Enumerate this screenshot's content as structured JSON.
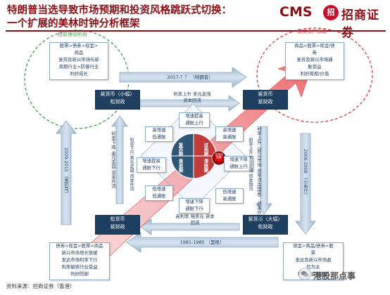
{
  "title": {
    "line1": "特朗普当选导致市场预期和投资风格跳跃式切换：",
    "line2": "一个扩展的美林时钟分析框架"
  },
  "logo": {
    "cms": "CMS",
    "badge": "招",
    "name": "招商证券"
  },
  "dashed_labels": {
    "left": "目前理论阶段",
    "right": "现实资产表现"
  },
  "arrows": {
    "top": "2017-？？   （特朗普）",
    "bottom": "1981-1985   （里根）",
    "left": "2009-2015   （奥巴马）",
    "right": "2006-2008   （小布什）"
  },
  "corner_boxes": {
    "top_left": [
      "股票>债券>现金>",
      "商品",
      "复苏及新兴市场与新",
      "周期行业>防御行业",
      "利好成长"
    ],
    "top_right": [
      "商品>股票>现金/债",
      "券",
      "复苏及新兴市场通",
      "胀受益",
      "利好周期/价值"
    ],
    "bottom_left": [
      "债券>现金>股票>商品",
      "新兴市场增长放缓",
      "发达市场利率下行",
      "利率敏感行业受益",
      "利好防御"
    ],
    "bottom_right": [
      "现金>商品/债券>股",
      "票",
      "发达及新兴市场避",
      "险为主",
      "利好现金和国债"
    ]
  },
  "policy_boxes": {
    "top_left": [
      "紧货币（小幅）",
      "松财政"
    ],
    "top_right": [
      "紧货币",
      "紧财政"
    ],
    "bottom_left": [
      "松货币",
      "紧财政"
    ],
    "bottom_right": [
      "紧货币（大幅）",
      "松财政"
    ]
  },
  "center_labels": {
    "top": [
      "利率上升  美元走强",
      "资本回流"
    ],
    "bottom": [
      "高利率  强美元  资本",
      "回流"
    ],
    "left": [
      "利率下降  美元走弱",
      "资本外流"
    ],
    "right": [
      "利率上升（新兴市场",
      "资本流出国家）",
      "资本外流"
    ]
  },
  "inner_boxes": {
    "top": [
      "增速提高",
      "通胀上行"
    ],
    "upper_left": [
      "高增速",
      "低通胀"
    ],
    "upper_right": [
      "高增速",
      "高通胀"
    ],
    "left": [
      "增速提高",
      "通胀下行"
    ],
    "right": [
      "增速下降",
      "通胀上行"
    ],
    "lower_left": [
      "低增速",
      "低通胀"
    ],
    "lower_right": [
      "低增速",
      "高通胀"
    ],
    "bottom": [
      "增速下降",
      "通胀下行"
    ]
  },
  "quadrants": {
    "top_left": "复苏期",
    "top_right": "过热期",
    "bottom_left": "衰退期",
    "bottom_right": "滞胀期",
    "center": "全球化失衡"
  },
  "side_labels": {
    "left": "利率下行 美元走弱 资本外流",
    "right": "利率上升 美元走强 资本回流"
  },
  "source": "资料来源：招商证券（香港）",
  "watermark": "港股那点事",
  "colors": {
    "title": "#8b0d14",
    "navy": "#1f3f60",
    "red_arrow": "#e8454c",
    "green_dashed": "#3a9a4a",
    "red_dashed": "#d33a3a"
  }
}
